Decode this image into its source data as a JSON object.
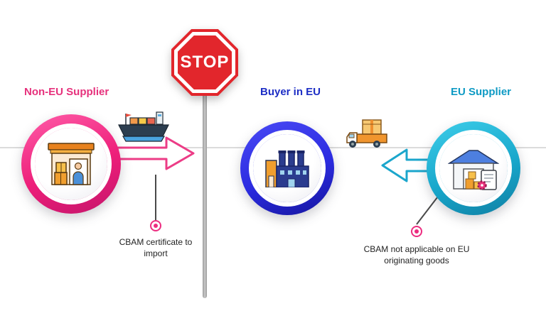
{
  "stop_sign": {
    "label": "STOP"
  },
  "non_eu": {
    "title": "Non-EU Supplier",
    "note": "CBAM certificate to import"
  },
  "buyer": {
    "title": "Buyer in EU"
  },
  "eu": {
    "title": "EU Supplier",
    "note": "CBAM not applicable on EU originating goods"
  },
  "icons": {
    "non_eu_circle": "warehouse-icon",
    "transport_left": "cargo-ship-icon",
    "buyer_circle": "factory-icon",
    "transport_right": "delivery-truck-icon",
    "eu_circle": "warehouse-document-icon"
  },
  "colors": {
    "pink": "#EC2D80",
    "blue": "#2B2BE0",
    "teal": "#18A7CB",
    "stop_red": "#E2262C",
    "divider_gray": "#DBDBDB",
    "pole_gray": "#A8A8A8"
  }
}
